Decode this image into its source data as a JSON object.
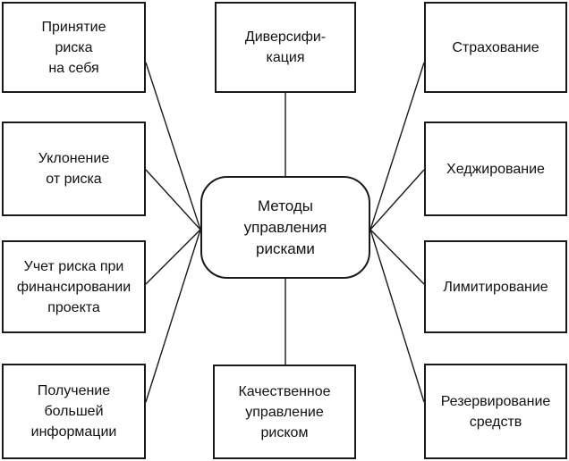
{
  "center": {
    "label": "Методы\nуправления\nрисками"
  },
  "top": {
    "label": "Диверсифи-\nкация"
  },
  "bottom": {
    "label": "Качественное\nуправление\nриском"
  },
  "left": [
    {
      "label": "Принятие\nриска\nна себя"
    },
    {
      "label": "Уклонение\nот риска"
    },
    {
      "label": "Учет риска при\nфинансировании\nпроекта"
    },
    {
      "label": "Получение\nбольшей\nинформации"
    }
  ],
  "right": [
    {
      "label": "Страхование"
    },
    {
      "label": "Хеджирование"
    },
    {
      "label": "Лимитирование"
    },
    {
      "label": "Резервирование\nсредств"
    }
  ],
  "colors": {
    "stroke": "#1a1a1a",
    "background": "#ffffff"
  }
}
